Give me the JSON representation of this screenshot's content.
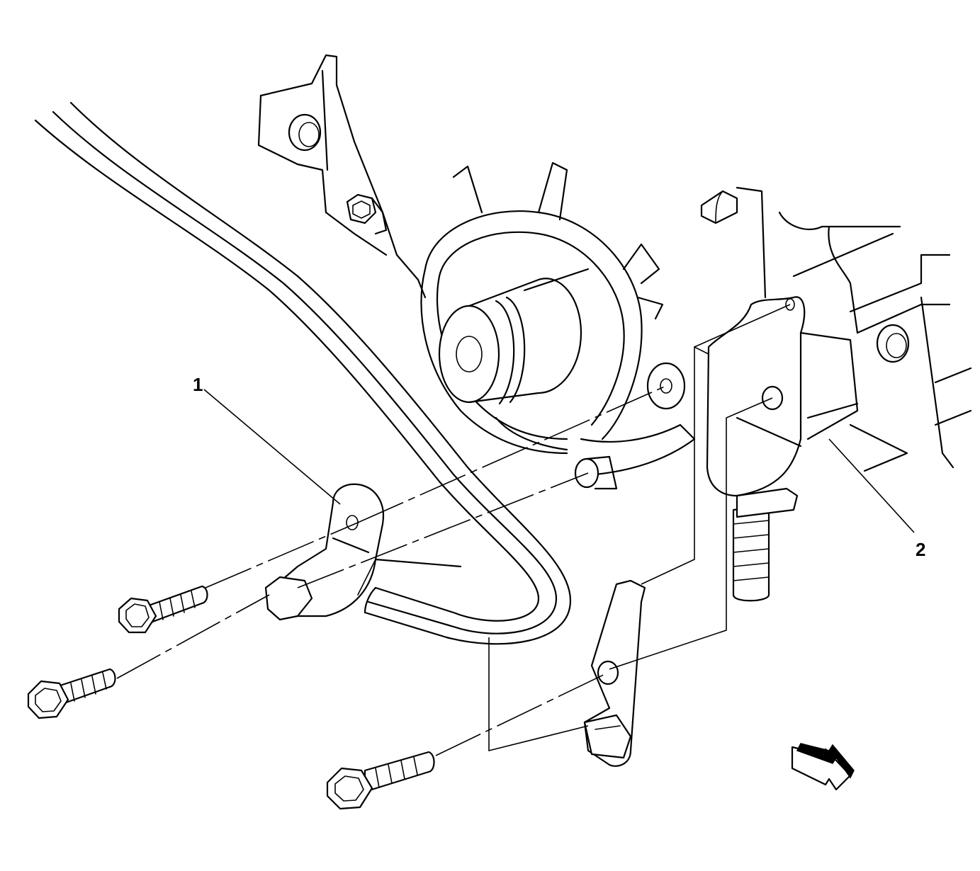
{
  "callouts": [
    {
      "id": "1",
      "label": "1",
      "part": "bracket-clip"
    },
    {
      "id": "2",
      "label": "2",
      "part": "engine-mount-bracket"
    }
  ],
  "icons": {
    "direction_arrow": "view-direction-arrow-icon",
    "bolts": "flange-bolt-icon"
  },
  "colors": {
    "line": "#000000",
    "background": "#ffffff"
  }
}
